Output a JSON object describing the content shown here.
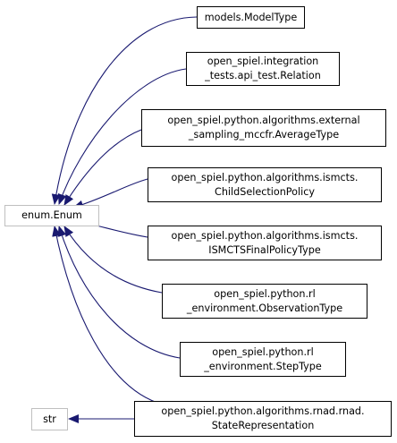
{
  "diagram": {
    "base": {
      "enum": "enum.Enum",
      "str": "str"
    },
    "nodes": [
      {
        "id": "model_type",
        "label": "models.ModelType"
      },
      {
        "id": "relation",
        "label": "open_spiel.integration\n_tests.api_test.Relation"
      },
      {
        "id": "average_type",
        "label": "open_spiel.python.algorithms.external\n_sampling_mccfr.AverageType"
      },
      {
        "id": "child_selection",
        "label": "open_spiel.python.algorithms.ismcts.\nChildSelectionPolicy"
      },
      {
        "id": "final_policy",
        "label": "open_spiel.python.algorithms.ismcts.\nISMCTSFinalPolicyType"
      },
      {
        "id": "observation_type",
        "label": "open_spiel.python.rl\n_environment.ObservationType"
      },
      {
        "id": "step_type",
        "label": "open_spiel.python.rl\n_environment.StepType"
      },
      {
        "id": "state_repr",
        "label": "open_spiel.python.algorithms.rnad.rnad.\nStateRepresentation"
      }
    ],
    "colors": {
      "edge": "#191970",
      "gray_border": "#bfbfbf",
      "border": "#000000"
    }
  }
}
